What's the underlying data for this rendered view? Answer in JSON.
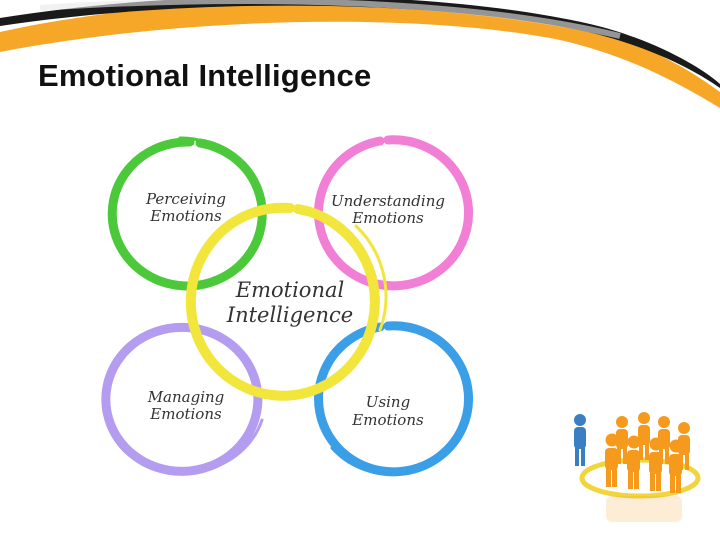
{
  "slide": {
    "title": "Emotional Intelligence"
  },
  "diagram": {
    "center": {
      "line1": "Emotional",
      "line2": "Intelligence",
      "color": "#f2e53c"
    },
    "circles": [
      {
        "line1": "Perceiving",
        "line2": "Emotions",
        "color": "#4cc93a"
      },
      {
        "line1": "Understanding",
        "line2": "Emotions",
        "color": "#f27fd6"
      },
      {
        "line1": "Managing",
        "line2": "Emotions",
        "color": "#b49cf0"
      },
      {
        "line1": "Using",
        "line2": "Emotions",
        "color": "#3a9fe6"
      }
    ]
  },
  "colors": {
    "swoosh_orange": "#f7a21b",
    "swoosh_dark": "#1a1a1a",
    "people_orange": "#f59a1c",
    "people_blue": "#3a7fc4",
    "ring_yellow": "#f2d53c"
  },
  "icons": {
    "people_group": "people-group-icon"
  }
}
